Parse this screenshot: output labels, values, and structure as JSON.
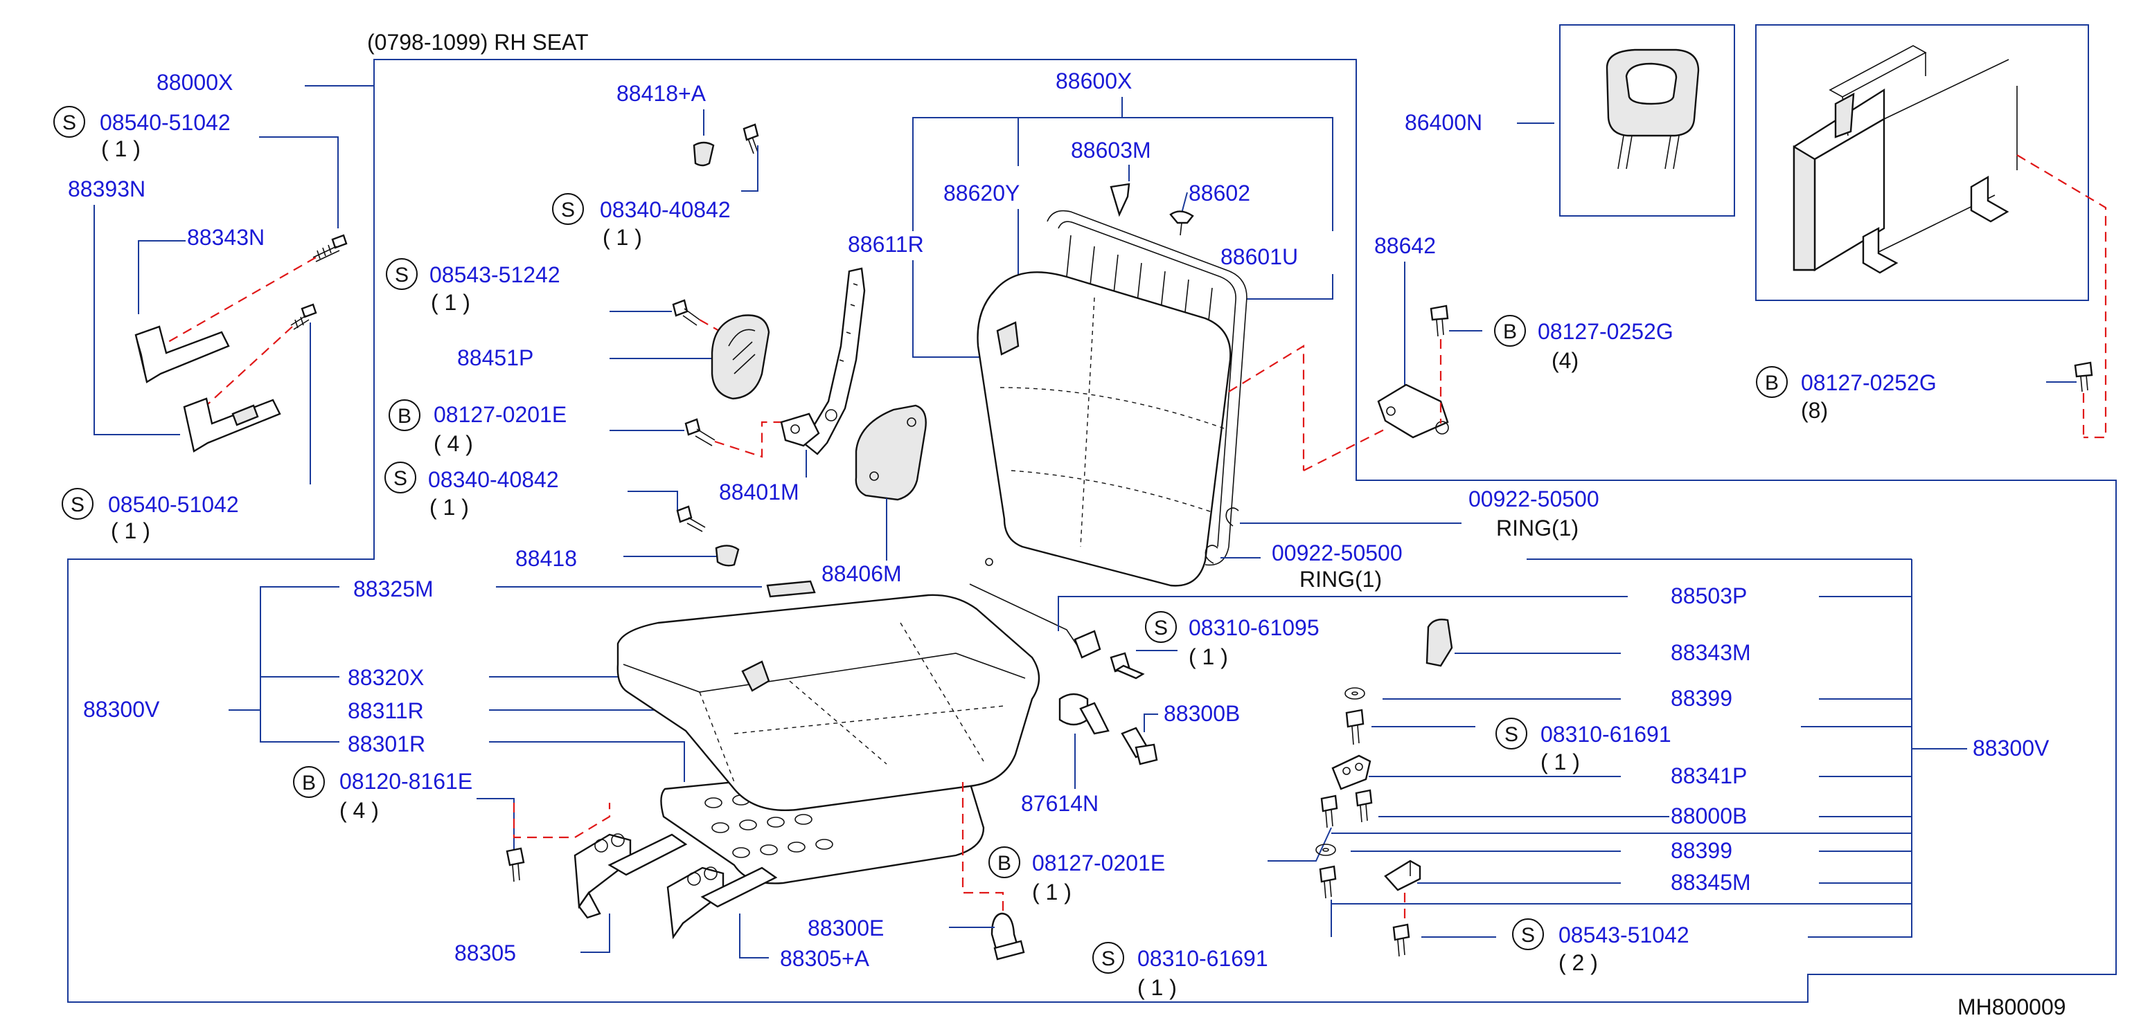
{
  "header": {
    "title": "(0798-1099)   RH   SEAT"
  },
  "footer": {
    "code": "MH800009"
  },
  "labels": {
    "p88000X": "88000X",
    "p08540_51042_a": "08540-51042",
    "q1_a": "( 1 )",
    "p88393N": "88393N",
    "p88343N": "88343N",
    "p08540_51042_b": "08540-51042",
    "q1_b": "( 1 )",
    "p88418A": "88418+A",
    "p08340_40842_a": "08340-40842",
    "q1_c": "( 1 )",
    "p08543_51242": "08543-51242",
    "q1_d": "( 1 )",
    "p88451P": "88451P",
    "p08127_0201E_a": "08127-0201E",
    "q4_a": "( 4 )",
    "p08340_40842_b": "08340-40842",
    "q1_e": "( 1 )",
    "p88401M": "88401M",
    "p88418": "88418",
    "p88406M": "88406M",
    "p88600X": "88600X",
    "p88603M": "88603M",
    "p88620Y": "88620Y",
    "p88602": "88602",
    "p88611R": "88611R",
    "p88601U": "88601U",
    "p86400N": "86400N",
    "p88642": "88642",
    "p08127_0252G_a": "08127-0252G",
    "q4_b": "(4)",
    "p08127_0252G_b": "08127-0252G",
    "q8": "(8)",
    "p00922_50500_a": "00922-50500",
    "ring_a": "RING(1)",
    "p00922_50500_b": "00922-50500",
    "ring_b": "RING(1)",
    "p88325M": "88325M",
    "p88300V_left": "88300V",
    "p88320X": "88320X",
    "p88311R": "88311R",
    "p88301R": "88301R",
    "p08120_8161E": "08120-8161E",
    "q4_c": "( 4 )",
    "p88305": "88305",
    "p88305A": "88305+A",
    "p88300E": "88300E",
    "p08127_0201E_b": "08127-0201E",
    "q1_f": "( 1 )",
    "p08310_61691_a": "08310-61691",
    "q1_g": "( 1 )",
    "p08310_61095": "08310-61095",
    "q1_h": "( 1 )",
    "p88300B": "88300B",
    "p87614N": "87614N",
    "p88503P": "88503P",
    "p88343M": "88343M",
    "p88399_a": "88399",
    "p08310_61691_b": "08310-61691",
    "q1_i": "( 1 )",
    "p88341P": "88341P",
    "p88000B": "88000B",
    "p88399_b": "88399",
    "p88345M": "88345M",
    "p08543_51042": "08543-51042",
    "q2": "( 2 )",
    "p88300V_right": "88300V"
  },
  "codes": {
    "s": "S",
    "b": "B"
  },
  "colors": {
    "part_number": "#1a1ad6",
    "leader": "#1a3a9a",
    "hidden_line": "#e01818",
    "text": "#111111"
  }
}
